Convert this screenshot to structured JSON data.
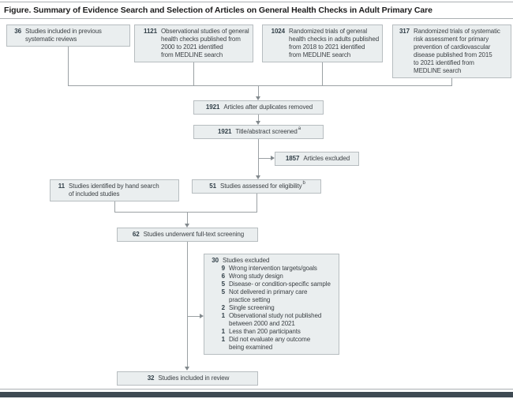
{
  "title": "Figure. Summary of Evidence Search and Selection of Articles on General Health Checks in Adult Primary Care",
  "colors": {
    "box_fill": "#eaeeef",
    "box_border": "#b7bdc0",
    "number_text": "#303e47",
    "body_text": "#3c4145",
    "connector": "#9ba1a4",
    "bottom_bar": "#3e4a53"
  },
  "boxes": {
    "prev_reviews": {
      "number": "36",
      "lines": [
        "Studies included in previous",
        "systematic reviews"
      ]
    },
    "observational": {
      "number": "1121",
      "lines": [
        "Observational studies of general",
        "health checks published from",
        "2000 to 2021 identified",
        "from MEDLINE search"
      ]
    },
    "rct_health_checks": {
      "number": "1024",
      "lines": [
        "Randomized trials of general",
        "health checks in adults published",
        "from 2018 to 2021 identified",
        "from MEDLINE search"
      ]
    },
    "rct_risk": {
      "number": "317",
      "lines": [
        "Randomized trials of systematic",
        "risk assessment for primary",
        "prevention of cardiovascular",
        "disease published from 2015",
        "to 2021 identified from",
        "MEDLINE search"
      ]
    },
    "duplicates_removed": {
      "number": "1921",
      "text": "Articles after duplicates removed"
    },
    "title_abstract_screened": {
      "number": "1921",
      "text": "Title/abstract screened",
      "footnote": "a"
    },
    "articles_excluded": {
      "number": "1857",
      "text": "Articles excluded"
    },
    "hand_search": {
      "number": "11",
      "lines": [
        "Studies identified by hand search",
        "of included studies"
      ]
    },
    "eligibility": {
      "number": "51",
      "text": "Studies assessed for eligibility",
      "footnote": "b"
    },
    "full_text": {
      "number": "62",
      "text": "Studies underwent full-text screening"
    },
    "studies_excluded": {
      "number": "30",
      "text": "Studies excluded",
      "reasons": [
        {
          "number": "9",
          "lines": [
            "Wrong intervention targets/goals"
          ]
        },
        {
          "number": "6",
          "lines": [
            "Wrong study design"
          ]
        },
        {
          "number": "5",
          "lines": [
            "Disease- or condition-specific sample"
          ]
        },
        {
          "number": "5",
          "lines": [
            "Not delivered in primary care",
            "practice setting"
          ]
        },
        {
          "number": "2",
          "lines": [
            "Single screening"
          ]
        },
        {
          "number": "1",
          "lines": [
            "Observational study not published",
            "between 2000 and 2021"
          ]
        },
        {
          "number": "1",
          "lines": [
            "Less than 200 participants"
          ]
        },
        {
          "number": "1",
          "lines": [
            "Did not evaluate any outcome",
            "being examined"
          ]
        }
      ]
    },
    "included": {
      "number": "32",
      "text": "Studies included in review"
    }
  }
}
